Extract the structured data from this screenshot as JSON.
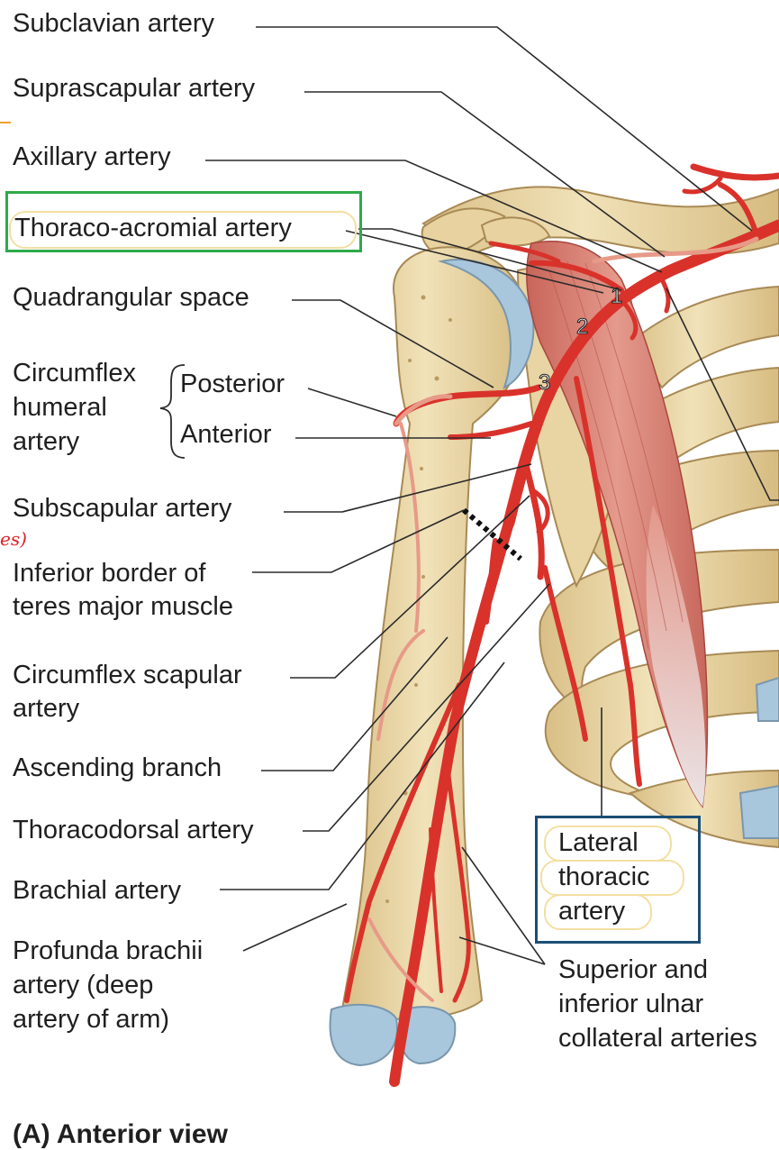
{
  "labels": {
    "subclavian": "Subclavian artery",
    "suprascapular": "Suprascapular artery",
    "axillary": "Axillary artery",
    "thoraco_acromial": "Thoraco-acromial artery",
    "quadrangular": "Quadrangular space",
    "circumflex_humeral": [
      "Circumflex",
      "humeral",
      "artery"
    ],
    "posterior": "Posterior",
    "anterior": "Anterior",
    "subscapular": "Subscapular artery",
    "inferior_border": [
      "Inferior border of",
      "teres major muscle"
    ],
    "circumflex_scapular": [
      "Circumflex scapular",
      "artery"
    ],
    "ascending_branch": "Ascending branch",
    "thoracodorsal": "Thoracodorsal artery",
    "brachial": "Brachial artery",
    "profunda": [
      "Profunda brachii",
      "artery (deep",
      "artery of arm)"
    ],
    "lateral_thoracic": [
      "Lateral",
      "thoracic",
      "artery"
    ],
    "ulnar_collateral": [
      "Superior and",
      "inferior ulnar",
      "collateral arteries"
    ]
  },
  "part_numbers": [
    "1",
    "2",
    "3"
  ],
  "handwritten_note": "es)",
  "caption": "(A) Anterior view",
  "colors": {
    "artery": "#d9322b",
    "bone": "#ecd9a8",
    "cartilage": "#a8c6dc",
    "muscle": "#d9877a",
    "highlight_green": "#2eaa4a",
    "highlight_navy": "#1c4e74",
    "highlight_yellow": "#f3dfa2",
    "ink_red": "#e0202a"
  }
}
